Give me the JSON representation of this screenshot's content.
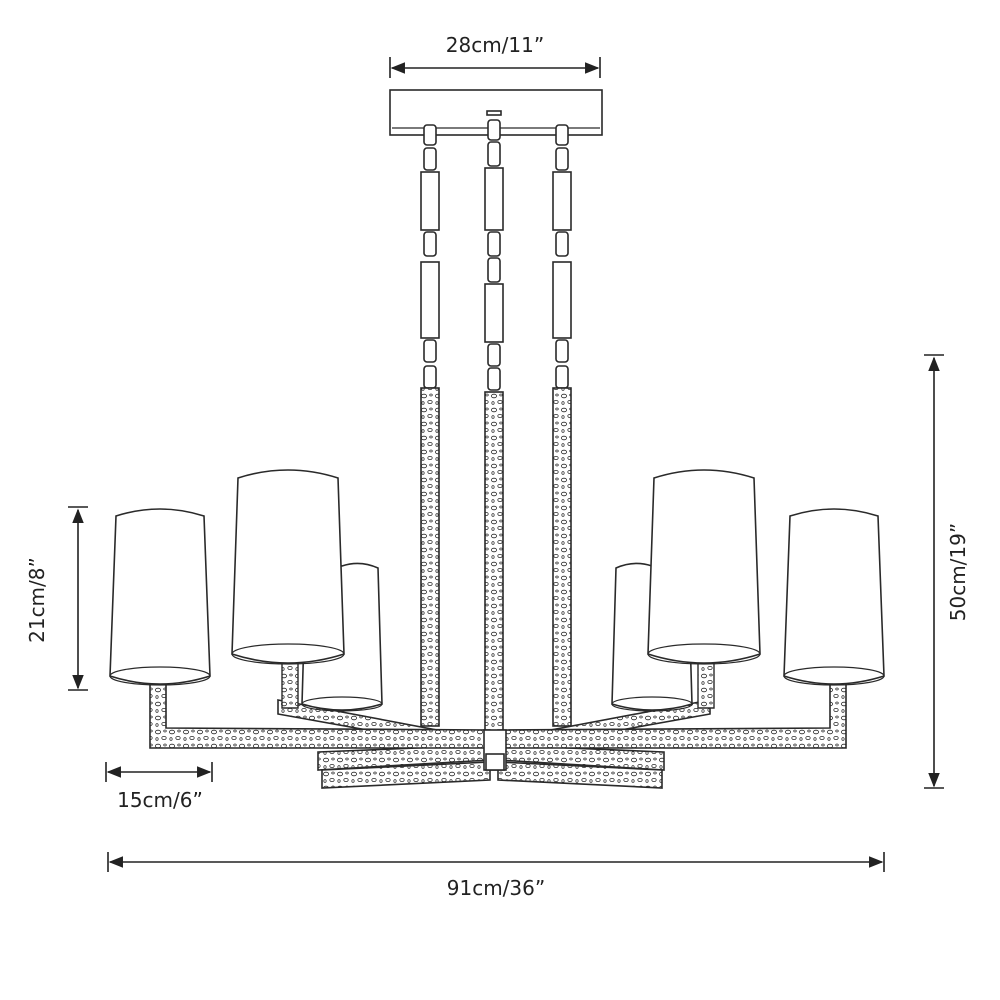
{
  "dimensions": {
    "canopy_width": "28cm/11”",
    "shade_height": "21cm/8”",
    "arm_length": "15cm/6”",
    "overall_height": "50cm/19”",
    "overall_width": "91cm/36”"
  },
  "colors": {
    "line": "#2a2a2a",
    "background": "#ffffff"
  }
}
